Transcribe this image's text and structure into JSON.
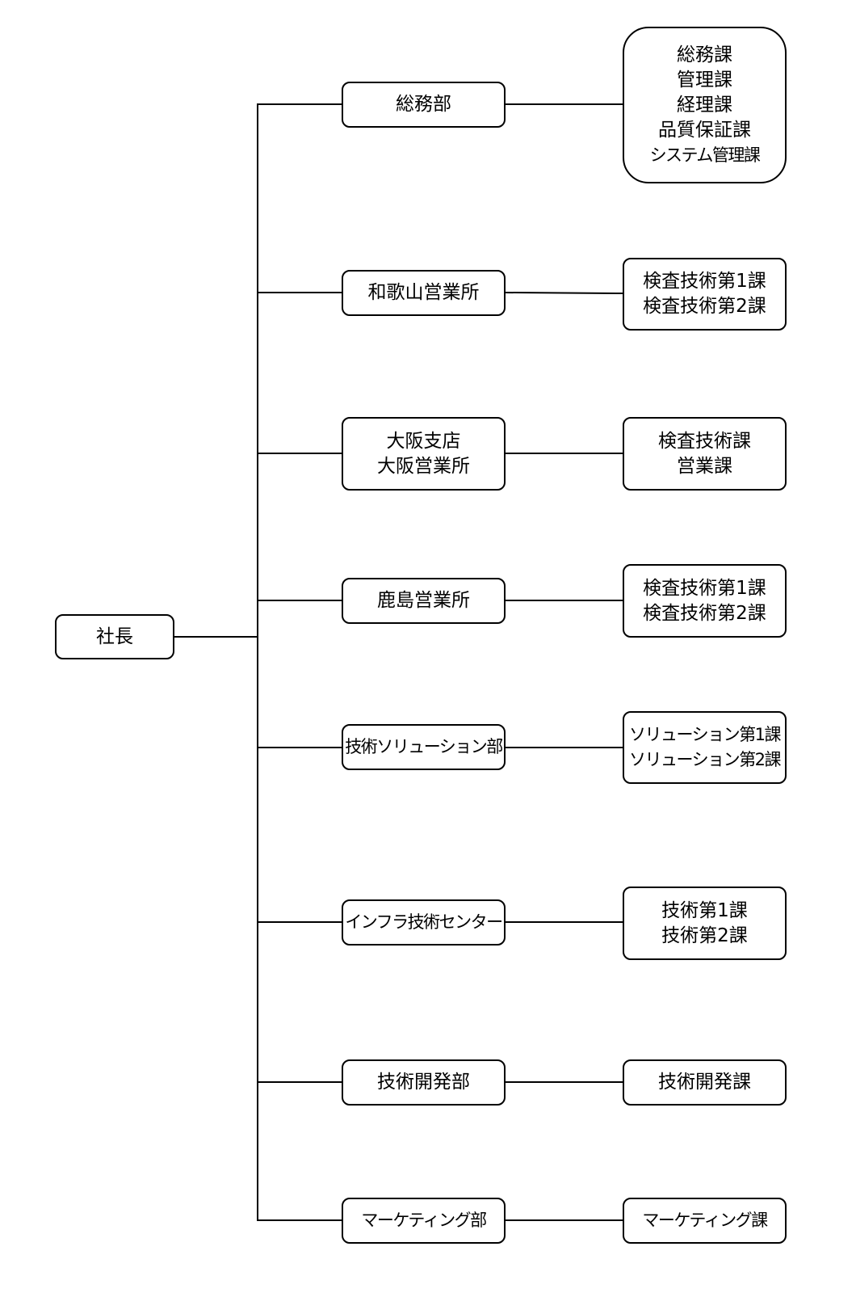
{
  "chart": {
    "root": {
      "label": "社長"
    },
    "departments": [
      {
        "lines": [
          "総務部"
        ],
        "sections": [
          "総務課",
          "管理課",
          "経理課",
          "品質保証課",
          "システム管理課"
        ]
      },
      {
        "lines": [
          "和歌山営業所"
        ],
        "sections": [
          "検査技術第1課",
          "検査技術第2課"
        ]
      },
      {
        "lines": [
          "大阪支店",
          "大阪営業所"
        ],
        "sections": [
          "検査技術課",
          "営業課"
        ]
      },
      {
        "lines": [
          "鹿島営業所"
        ],
        "sections": [
          "検査技術第1課",
          "検査技術第2課"
        ]
      },
      {
        "lines": [
          "技術ソリューション部"
        ],
        "sections": [
          "ソリューション第1課",
          "ソリューション第2課"
        ]
      },
      {
        "lines": [
          "インフラ技術センター"
        ],
        "sections": [
          "技術第1課",
          "技術第2課"
        ]
      },
      {
        "lines": [
          "技術開発部"
        ],
        "sections": [
          "技術開発課"
        ]
      },
      {
        "lines": [
          "マーケティング部"
        ],
        "sections": [
          "マーケティング課"
        ]
      }
    ]
  }
}
